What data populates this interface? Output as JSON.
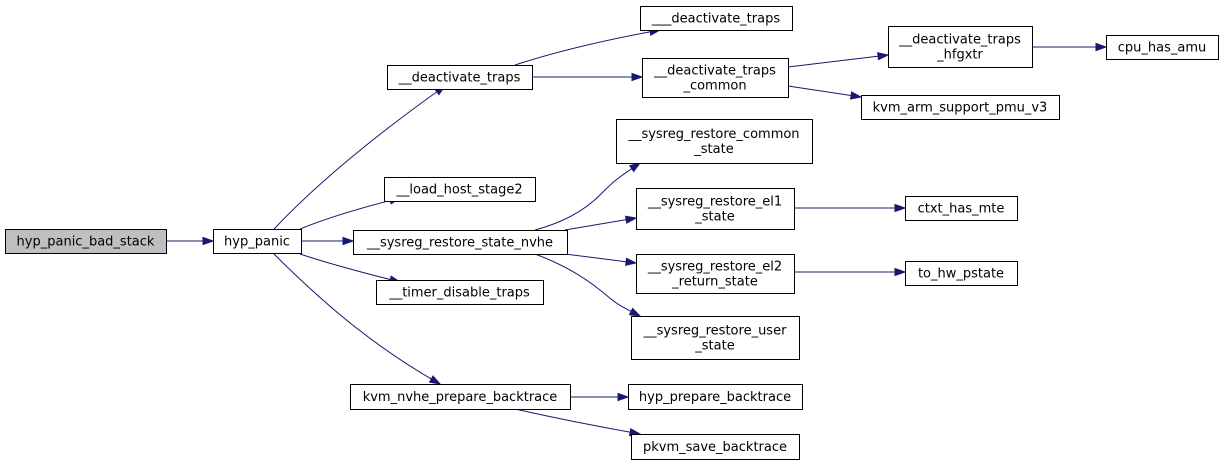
{
  "colors": {
    "edge": "#191970",
    "root_fill": "#bfbfbf",
    "node_fill": "#ffffff",
    "border": "#000000"
  },
  "nodes": {
    "hyp_panic_bad_stack": [
      "hyp_panic_bad_stack"
    ],
    "hyp_panic": [
      "hyp_panic"
    ],
    "deactivate_traps": [
      "__deactivate_traps"
    ],
    "deactivate_traps_3u": [
      "___deactivate_traps"
    ],
    "deactivate_traps_common": [
      "__deactivate_traps",
      "_common"
    ],
    "deactivate_traps_hfgxtr": [
      "__deactivate_traps",
      "_hfgxtr"
    ],
    "cpu_has_amu": [
      "cpu_has_amu"
    ],
    "kvm_arm_support_pmu_v3": [
      "kvm_arm_support_pmu_v3"
    ],
    "load_host_stage2": [
      "__load_host_stage2"
    ],
    "sysreg_restore_state_nvhe": [
      "__sysreg_restore_state_nvhe"
    ],
    "sysreg_restore_common_state": [
      "__sysreg_restore_common",
      "_state"
    ],
    "sysreg_restore_el1_state": [
      "__sysreg_restore_el1",
      "_state"
    ],
    "ctxt_has_mte": [
      "ctxt_has_mte"
    ],
    "sysreg_restore_el2_return_state": [
      "__sysreg_restore_el2",
      "_return_state"
    ],
    "to_hw_pstate": [
      "to_hw_pstate"
    ],
    "sysreg_restore_user_state": [
      "__sysreg_restore_user",
      "_state"
    ],
    "timer_disable_traps": [
      "__timer_disable_traps"
    ],
    "kvm_nvhe_prepare_backtrace": [
      "kvm_nvhe_prepare_backtrace"
    ],
    "hyp_prepare_backtrace": [
      "hyp_prepare_backtrace"
    ],
    "pkvm_save_backtrace": [
      "pkvm_save_backtrace"
    ]
  },
  "edges": [
    [
      "hyp_panic_bad_stack",
      "hyp_panic"
    ],
    [
      "hyp_panic",
      "deactivate_traps"
    ],
    [
      "hyp_panic",
      "load_host_stage2"
    ],
    [
      "hyp_panic",
      "sysreg_restore_state_nvhe"
    ],
    [
      "hyp_panic",
      "timer_disable_traps"
    ],
    [
      "hyp_panic",
      "kvm_nvhe_prepare_backtrace"
    ],
    [
      "deactivate_traps",
      "deactivate_traps_3u"
    ],
    [
      "deactivate_traps",
      "deactivate_traps_common"
    ],
    [
      "deactivate_traps_common",
      "deactivate_traps_hfgxtr"
    ],
    [
      "deactivate_traps_common",
      "kvm_arm_support_pmu_v3"
    ],
    [
      "deactivate_traps_hfgxtr",
      "cpu_has_amu"
    ],
    [
      "sysreg_restore_state_nvhe",
      "sysreg_restore_common_state"
    ],
    [
      "sysreg_restore_state_nvhe",
      "sysreg_restore_el1_state"
    ],
    [
      "sysreg_restore_state_nvhe",
      "sysreg_restore_el2_return_state"
    ],
    [
      "sysreg_restore_state_nvhe",
      "sysreg_restore_user_state"
    ],
    [
      "sysreg_restore_el1_state",
      "ctxt_has_mte"
    ],
    [
      "sysreg_restore_el2_return_state",
      "to_hw_pstate"
    ],
    [
      "kvm_nvhe_prepare_backtrace",
      "hyp_prepare_backtrace"
    ],
    [
      "kvm_nvhe_prepare_backtrace",
      "pkvm_save_backtrace"
    ]
  ]
}
